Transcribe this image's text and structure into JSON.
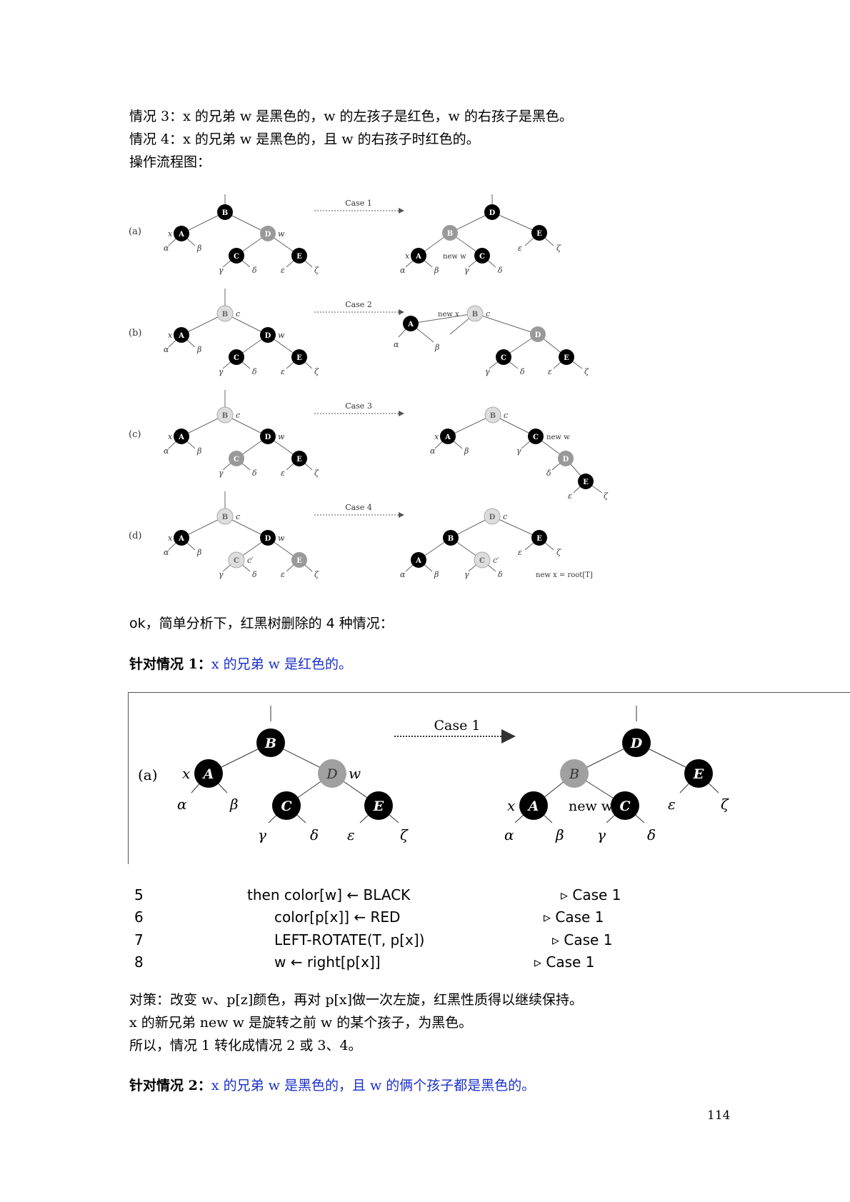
{
  "intro": {
    "case3": "情况 3：x 的兄弟 w 是黑色的，w 的左孩子是红色，w 的右孩子是黑色。",
    "case4": "情况 4：x 的兄弟 w 是黑色的，且 w 的右孩子时红色的。",
    "flow_label": "操作流程图："
  },
  "overview_figure": {
    "rows": [
      {
        "label": "(a)",
        "arrow": "Case 1"
      },
      {
        "label": "(b)",
        "arrow": "Case 2"
      },
      {
        "label": "(c)",
        "arrow": "Case 3"
      },
      {
        "label": "(d)",
        "arrow": "Case 4"
      }
    ],
    "nodes": [
      "A",
      "B",
      "C",
      "D",
      "E"
    ],
    "subtrees": [
      "α",
      "β",
      "γ",
      "δ",
      "ε",
      "ζ"
    ],
    "annotations": {
      "x": "x",
      "w": "w",
      "c": "c",
      "c_prime": "c′",
      "new_x": "new x",
      "new_w": "new w",
      "root": "new x = root[T]"
    }
  },
  "analysis_intro": "ok，简单分析下，红黑树删除的 4 种情况：",
  "case1_heading": {
    "label": "针对情况 1：",
    "text": "x 的兄弟 w 是红色的。"
  },
  "case1_figure": {
    "label": "(a)",
    "arrow": "Case 1",
    "x": "x",
    "w": "w",
    "new_w": "new w",
    "greek": [
      "α",
      "β",
      "γ",
      "δ",
      "ε",
      "ζ"
    ]
  },
  "code_lines": [
    {
      "num": "5",
      "code": "then color[w] ← BLACK",
      "comment": "▹ Case 1"
    },
    {
      "num": "6",
      "code": "color[p[x]] ← RED",
      "comment": "▹ Case 1"
    },
    {
      "num": "7",
      "code": "LEFT-ROTATE(T, p[x])",
      "comment": "▹ Case 1"
    },
    {
      "num": "8",
      "code": "w ← right[p[x]]",
      "comment": "▹ Case 1"
    }
  ],
  "case1_notes": [
    "对策：改变 w、p[z]颜色，再对 p[x]做一次左旋，红黑性质得以继续保持。",
    "x 的新兄弟 new w 是旋转之前 w 的某个孩子，为黑色。",
    "所以，情况 1 转化成情况 2 或 3、4。"
  ],
  "case2_heading": {
    "label": "针对情况 2：",
    "text": "x 的兄弟 w 是黑色的，且 w 的俩个孩子都是黑色的。"
  },
  "page_number": "114"
}
